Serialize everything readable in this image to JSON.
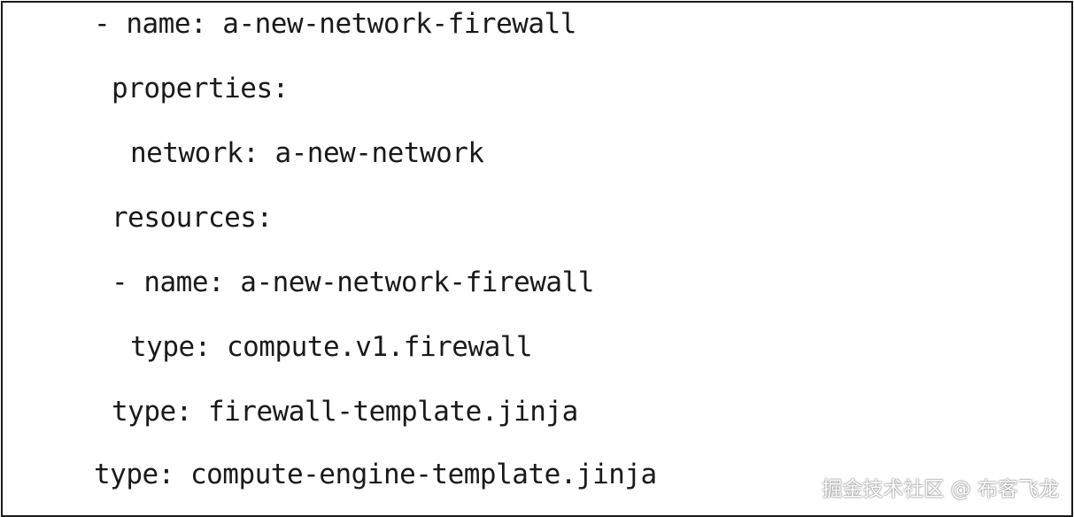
{
  "code": {
    "lines": [
      "- name: a-new-network-firewall",
      "properties:",
      "network: a-new-network",
      "resources:",
      "- name: a-new-network-firewall",
      "type: compute.v1.firewall",
      "type: firewall-template.jinja",
      "type: compute-engine-template.jinja"
    ]
  },
  "watermark": {
    "text": "掘金技术社区 @ 布客飞龙"
  },
  "colors": {
    "text": "#1a1a1a",
    "border": "#1a1a1a",
    "background": "#ffffff"
  }
}
